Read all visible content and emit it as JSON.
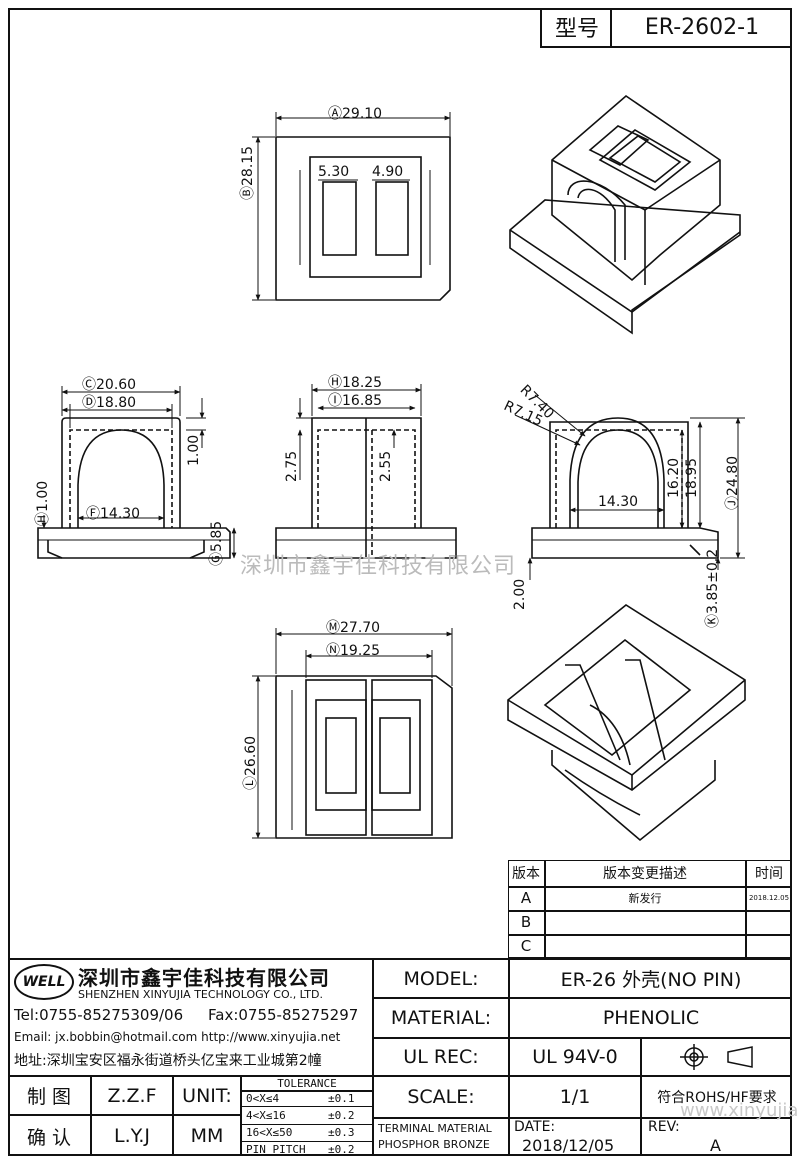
{
  "header": {
    "type_label": "型号",
    "model_code": "ER-2602-1"
  },
  "dimensions": {
    "a": "29.10",
    "b": "28.15",
    "w1": "5.30",
    "w2": "4.90",
    "c": "20.60",
    "d": "18.80",
    "e": "1.00",
    "f": "14.30",
    "g": "5.85",
    "h_left": "1.00",
    "h": "18.25",
    "i": "16.85",
    "d275": "2.75",
    "d255": "2.55",
    "r740": "R7.40",
    "r715": "R7.15",
    "m1430": "14.30",
    "d1620": "16.20",
    "d1895": "18.95",
    "j": "24.80",
    "k": "3.85±0.2",
    "d200": "2.00",
    "m": "27.70",
    "n": "19.25",
    "l": "26.60"
  },
  "watermark": "深圳市鑫宇佳科技有限公司",
  "watermark_url": "www.xinyujia.net",
  "revision_table": {
    "headers": [
      "版本",
      "版本变更描述",
      "时间"
    ],
    "rows": [
      {
        "rev": "A",
        "desc": "新发行",
        "date": "2018.12.05"
      },
      {
        "rev": "B",
        "desc": "",
        "date": ""
      },
      {
        "rev": "C",
        "desc": "",
        "date": ""
      }
    ]
  },
  "company": {
    "logo_text": "WELL",
    "name_cn": "深圳市鑫宇佳科技有限公司",
    "name_en": "SHENZHEN XINYUJIA TECHNOLOGY CO., LTD.",
    "tel": "Tel:0755-85275309/06",
    "fax": "Fax:0755-85275297",
    "email": "Email: jx.bobbin@hotmail.com http://www.xinyujia.net",
    "address": "地址:深圳宝安区福永街道桥头亿宝来工业城第2幢"
  },
  "title_block": {
    "model_label": "MODEL:",
    "model_value": "ER-26 外壳(NO PIN)",
    "material_label": "MATERIAL:",
    "material_value": "PHENOLIC",
    "ulrec_label": "UL REC:",
    "ulrec_value": "UL 94V-0",
    "scale_label": "SCALE:",
    "scale_value": "1/1",
    "rohs": "符合ROHS/HF要求",
    "terminal1": "TERMINAL MATERIAL",
    "terminal2": "PHOSPHOR BRONZE",
    "date_label": "DATE:",
    "date_value": "2018/12/05",
    "rev_label": "REV:",
    "rev_value": "A",
    "draw_label": "制 图",
    "draw_value": "Z.Z.F",
    "check_label": "确 认",
    "check_value": "L.Y.J",
    "unit_label": "UNIT:",
    "unit_value": "MM",
    "tolerance_title": "TOLERANCE",
    "tolerances": [
      {
        "range": "0<X≤4",
        "value": "±0.1"
      },
      {
        "range": "4<X≤16",
        "value": "±0.2"
      },
      {
        "range": "16<X≤50",
        "value": "±0.3"
      },
      {
        "range": "PIN PITCH",
        "value": "±0.2"
      }
    ]
  }
}
